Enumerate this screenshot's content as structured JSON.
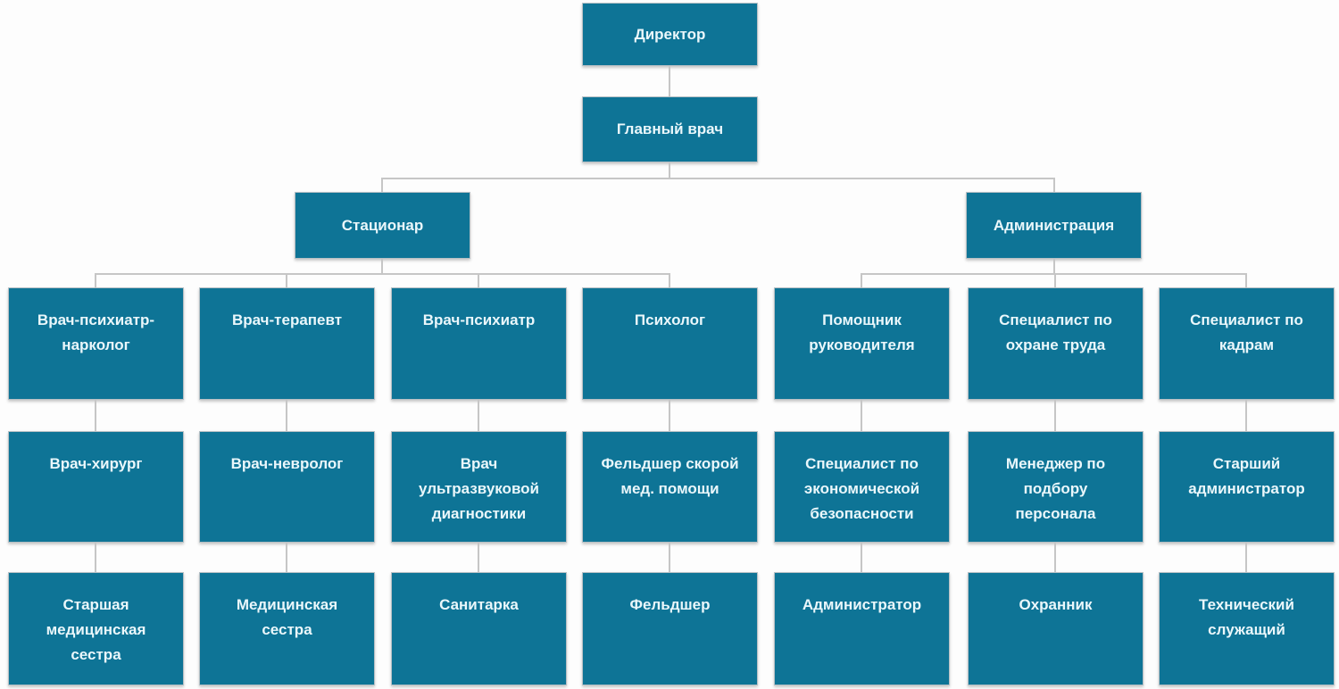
{
  "colors": {
    "node_fill": "#0e7496",
    "node_text": "#eaf7fb",
    "line": "#c6c6c6",
    "background": "#fdfdfd"
  },
  "org": {
    "director": {
      "label": "Директор"
    },
    "chief_physician": {
      "label": "Главный врач"
    },
    "branches": [
      {
        "label": "Стационар",
        "columns": [
          {
            "top": "Врач-психиатр-\nнарколог",
            "middle": "Врач-хирург",
            "bottom": "Старшая\nмедицинская\nсестра"
          },
          {
            "top": "Врач-терапевт",
            "middle": "Врач-невролог",
            "bottom": "Медицинская\nсестра"
          },
          {
            "top": "Врач-психиатр",
            "middle": "Врач\nультразвуковой\nдиагностики",
            "bottom": "Санитарка"
          },
          {
            "top": "Психолог",
            "middle": "Фельдшер скорой\nмед. помощи",
            "bottom": "Фельдшер"
          }
        ]
      },
      {
        "label": "Администрация",
        "columns": [
          {
            "top": "Помощник\nруководителя",
            "middle": "Специалист по\nэкономической\nбезопасности",
            "bottom": "Администратор"
          },
          {
            "top": "Специалист по\nохране труда",
            "middle": "Менеджер по\nподбору\nперсонала",
            "bottom": "Охранник"
          },
          {
            "top": "Специалист по\nкадрам",
            "middle": "Старший\nадминистратор",
            "bottom": "Технический\nслужащий"
          }
        ]
      }
    ]
  }
}
